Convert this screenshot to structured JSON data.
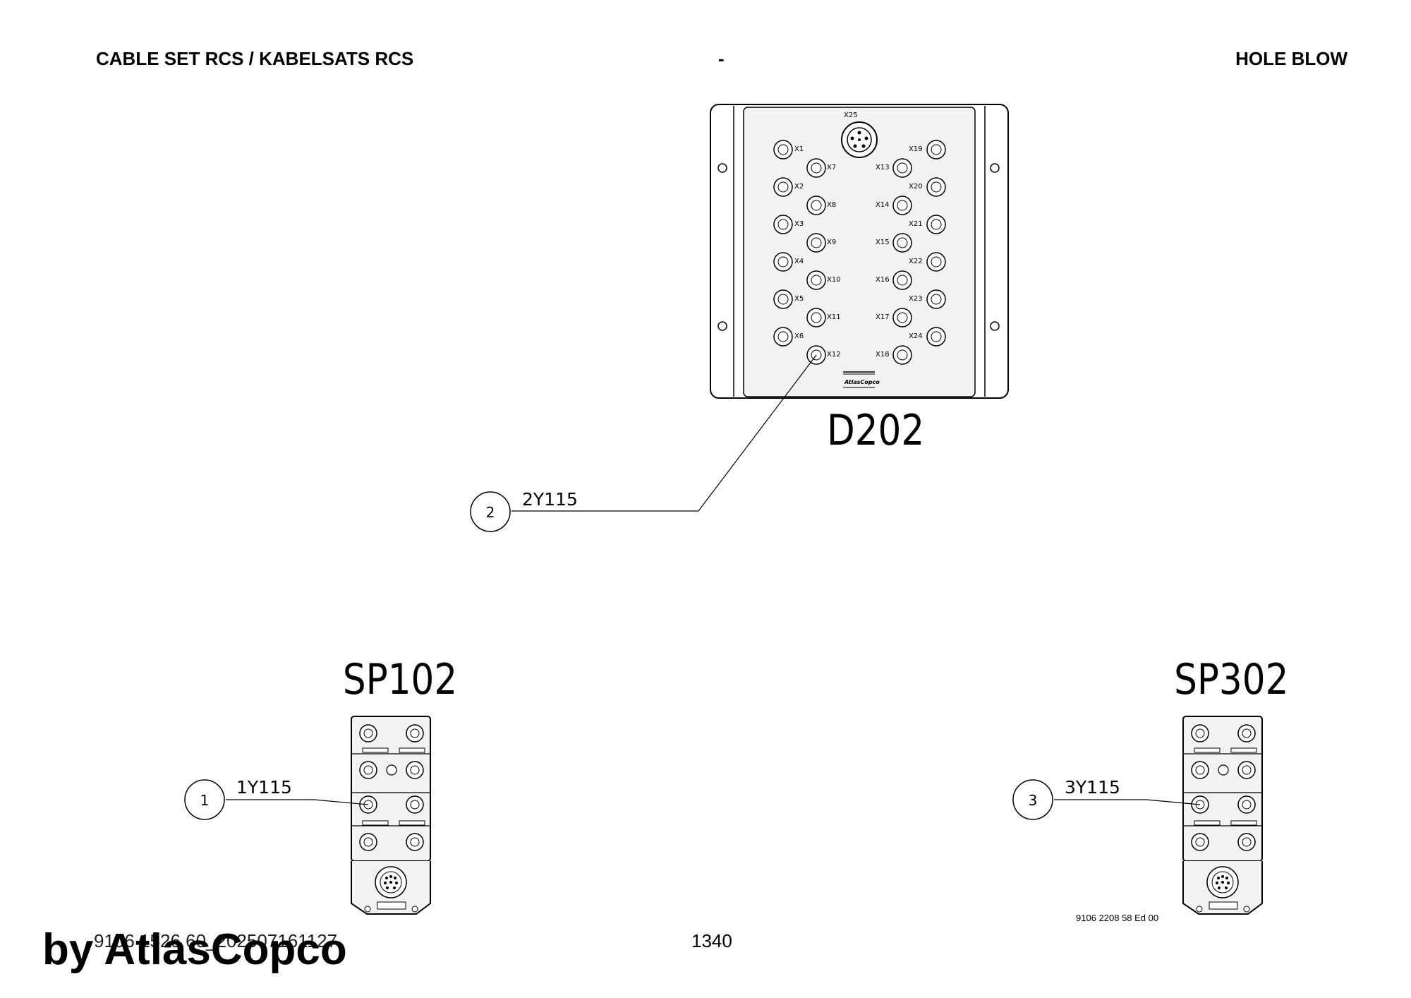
{
  "header": {
    "left": "CABLE SET RCS / KABELSATS RCS",
    "center": "-",
    "right": "HOLE BLOW"
  },
  "footer": {
    "doc_id": "9106 1526 60_202507161127",
    "page": "1340",
    "drawing_no": "9106 2208 58 Ed 00",
    "watermark": "by AtlasCopco"
  },
  "devices": {
    "d202": {
      "label": "D202",
      "top_connector": "X25",
      "left_outer": [
        "X1",
        "X2",
        "X3",
        "X4",
        "X5",
        "X6"
      ],
      "left_inner": [
        "X7",
        "X8",
        "X9",
        "X10",
        "X11",
        "X12"
      ],
      "right_inner": [
        "X13",
        "X14",
        "X15",
        "X16",
        "X17",
        "X18"
      ],
      "right_outer": [
        "X19",
        "X20",
        "X21",
        "X22",
        "X23",
        "X24"
      ],
      "logo": "AtlasCopco"
    },
    "sp102": {
      "label": "SP102"
    },
    "sp302": {
      "label": "SP302"
    }
  },
  "callouts": [
    {
      "number": "1",
      "cable": "1Y115"
    },
    {
      "number": "2",
      "cable": "2Y115"
    },
    {
      "number": "3",
      "cable": "3Y115"
    }
  ],
  "colors": {
    "line": "#000000",
    "panel": "#f2f2f2"
  }
}
